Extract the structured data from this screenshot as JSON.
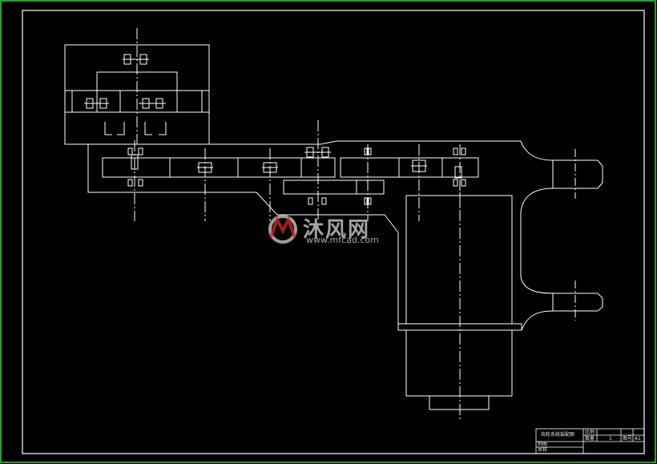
{
  "drawing": {
    "colors": {
      "background": "#000000",
      "outer_frame": "#3bd43b",
      "line": "#ffffff"
    }
  },
  "title_block": {
    "title": "齿轮系统装配图",
    "cells": [
      "比例",
      "1",
      "数量",
      "图号",
      "A1",
      "制图",
      "审核"
    ]
  },
  "watermark": {
    "brand": "沐风网",
    "url": "www.mfcad.com",
    "icon": "mf-logo-icon"
  }
}
